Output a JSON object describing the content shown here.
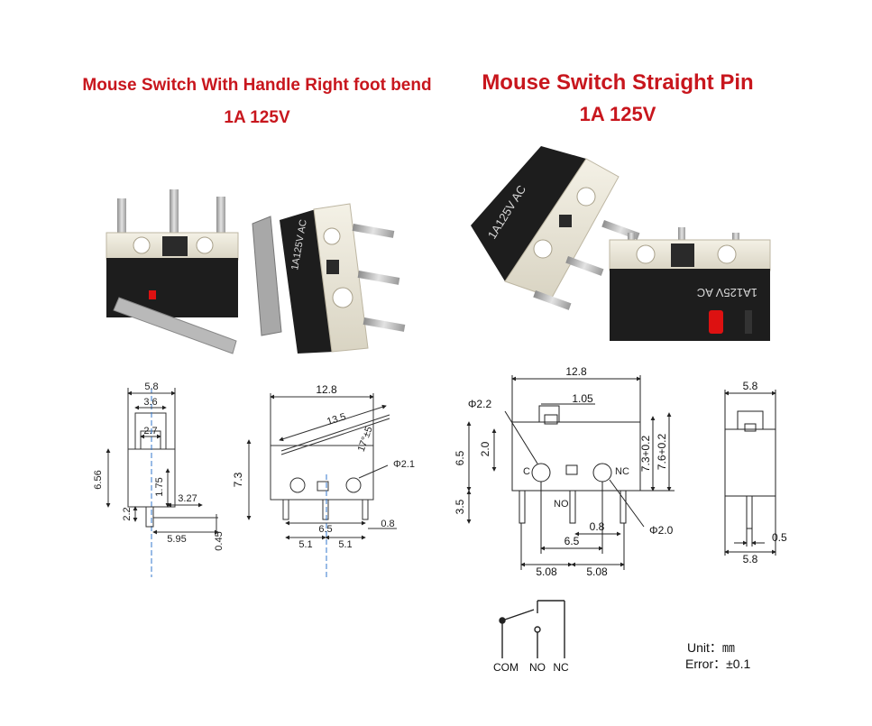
{
  "titles": {
    "left_line1": "Mouse Switch With Handle Right foot bend",
    "left_line2": "1A 125V",
    "right_line1": "Mouse Switch Straight Pin",
    "right_line2": "1A 125V"
  },
  "body_print": {
    "rating": "1A125V AC",
    "no": "NO",
    "nc": "NC",
    "c": "C"
  },
  "left_front_dims": {
    "w_total": "5.8",
    "w_mid": "3.6",
    "w_small": "2.7",
    "h_total": "6.56",
    "h_mid": "1.75",
    "offset": "3.27",
    "base": "2.2",
    "lever": "5.95",
    "pin": "0.45"
  },
  "left_side_dims": {
    "length": "12.8",
    "lever_len": "13.5",
    "angle": "17°±5",
    "height": "7.3",
    "hole": "Φ2.1",
    "pin_sp_a": "5.1",
    "pitch": "6.5",
    "pin_sp_b": "5.1",
    "pin_w": "0.8"
  },
  "right_side_dims": {
    "length": "12.8",
    "hole_top": "Φ2.2",
    "actuator": "1.05",
    "h_left": "6.5",
    "h_mid": "2.0",
    "h_a": "7.3+0.2",
    "h_b": "7.6+0.2",
    "pin_len": "3.5",
    "pin_w": "0.8",
    "pitch": "6.5",
    "sp_a": "5.08",
    "sp_b": "5.08",
    "hole_bottom": "Φ2.0",
    "lbl_c": "C",
    "lbl_no": "NO",
    "lbl_nc": "NC"
  },
  "right_front_dims": {
    "w_top": "5.8",
    "pin": "0.5",
    "w_bottom": "5.8"
  },
  "schematic": {
    "com": "COM",
    "no": "NO",
    "nc": "NC"
  },
  "footer": {
    "unit": "Unit：㎜",
    "error": "Error：±0.1"
  }
}
